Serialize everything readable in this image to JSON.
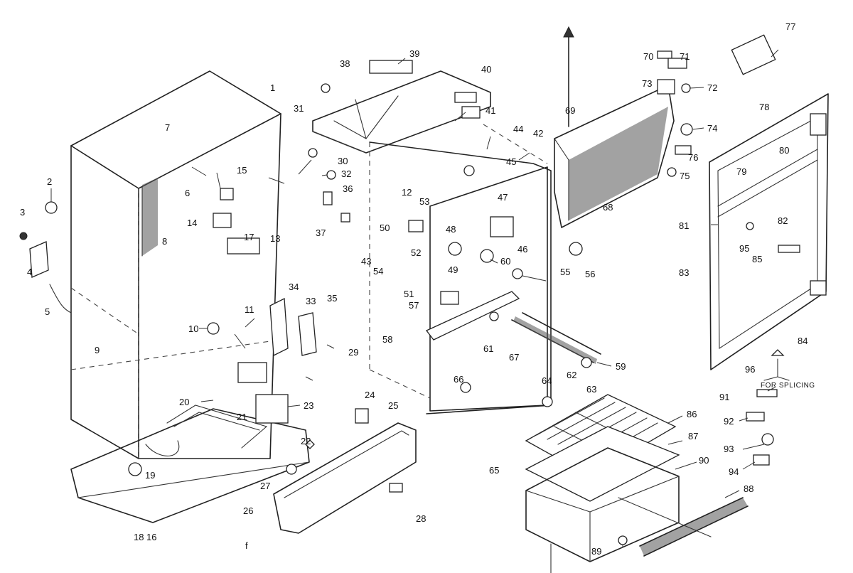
{
  "labels": [
    "1",
    "2",
    "3",
    "4",
    "5",
    "6",
    "7",
    "8",
    "9",
    "10",
    "11",
    "12",
    "13",
    "14",
    "15",
    "16",
    "17",
    "18",
    "19",
    "20",
    "21",
    "22",
    "23",
    "24",
    "25",
    "26",
    "27",
    "28",
    "29",
    "30",
    "31",
    "32",
    "33",
    "34",
    "35",
    "36",
    "37",
    "38",
    "39",
    "40",
    "41",
    "42",
    "43",
    "44",
    "45",
    "46",
    "47",
    "48",
    "49",
    "50",
    "51",
    "52",
    "53",
    "54",
    "55",
    "56",
    "57",
    "58",
    "59",
    "60",
    "61",
    "62",
    "63",
    "64",
    "65",
    "66",
    "67",
    "68",
    "69",
    "70",
    "71",
    "72",
    "73",
    "74",
    "75",
    "76",
    "77",
    "78",
    "79",
    "80",
    "81",
    "82",
    "83",
    "84",
    "85",
    "86",
    "87",
    "88",
    "89",
    "90",
    "91",
    "92",
    "93",
    "94",
    "95",
    "96"
  ],
  "splicing_note": "FOR SPLICING",
  "stray_mark": "f"
}
